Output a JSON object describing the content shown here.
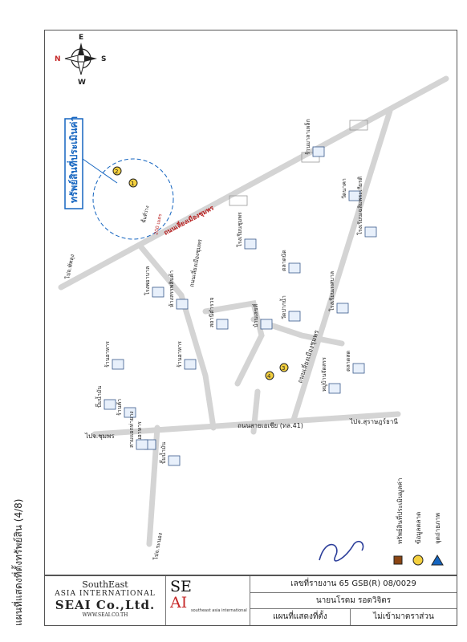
{
  "page_title": "แผนที่แสดงที่ตั้งทรัพย์สิน (4/8)",
  "compass": {
    "top": "E",
    "left": "N",
    "right": "S",
    "bottom": "W"
  },
  "subject": {
    "label": "ทรัพย์สินที่ประเมินค่า",
    "markers": [
      "1",
      "2"
    ],
    "note": "พื้นที่ว่าง"
  },
  "comparables": [
    "3",
    "4"
  ],
  "roads": {
    "main_road": "ถนนสายเอเชีย (ทล.41)",
    "diagonal_road": "ถนนเลี่ยงเมืองชุมพร",
    "upper_road": "ถนนเลี่ยงเมืองชุมพร",
    "local_road": "ถนนเลี่ยงเมืองชุมพร",
    "to_surat": "ไปจ.สุราษฎร์ธานี",
    "to_chumphon": "ไปจ.ชุมพร",
    "to_ranong": "ไปจ.ระนอง",
    "to_north": "ไปจ.พัทลุง",
    "distance": "200 เมตร"
  },
  "landmarks": [
    "ร้านมาลาเหล็ก",
    "วัดนาคา",
    "โรงเรียนเฉลิมพระเกียรติ",
    "โรงเรียนชุมพร",
    "ตลาดนัด",
    "บ้านเลขที่",
    "โรงพยาบาล",
    "ห้างสรรพสินค้า",
    "สถานีตำรวจ",
    "ร้านอาหาร",
    "ร้านอาหาร",
    "ปั๊มน้ำมัน",
    "ร้านค้า",
    "โรงเรียนเทศบาล",
    "วัดปากน้ำ",
    "ตลาดสด",
    "หมู่บ้านจัดสรร",
    "ร้านอาหาร",
    "ปั๊มน้ำมัน",
    "สามแยกท่ายาง"
  ],
  "legend": {
    "subject": "ทรัพย์สินที่ประเมินมูลค่า",
    "comparable": "ข้อมูลตลาด",
    "photo": "จุดถ่ายภาพ"
  },
  "signature": "2ชุ",
  "title_block": {
    "logo_line1": "SouthEast",
    "logo_line2": "ASIA INTERNATIONAL",
    "logo_line3": "SEAI Co.,Ltd.",
    "logo_url": "WWW.SEAI.CO.TH",
    "logo_se": "SE",
    "logo_ai": "AI",
    "logo_sub": "southeast asia international",
    "report_no": "เลขที่รายงาน 65 GSB(R) 08/0029",
    "client": "นายนโรดม รอดวิจิตร",
    "map_type": "แผนที่แสดงที่ตั้ง",
    "scale": "ไม่เข้ามาตราส่วน"
  },
  "colors": {
    "road": "#d4d4d4",
    "road_label": "#b71c1c",
    "subject_box": "#1565c0",
    "marker": "#f4d03f",
    "legend_subject": "#8b4513",
    "legend_comp": "#f4d03f",
    "legend_photo": "#1565c0"
  }
}
